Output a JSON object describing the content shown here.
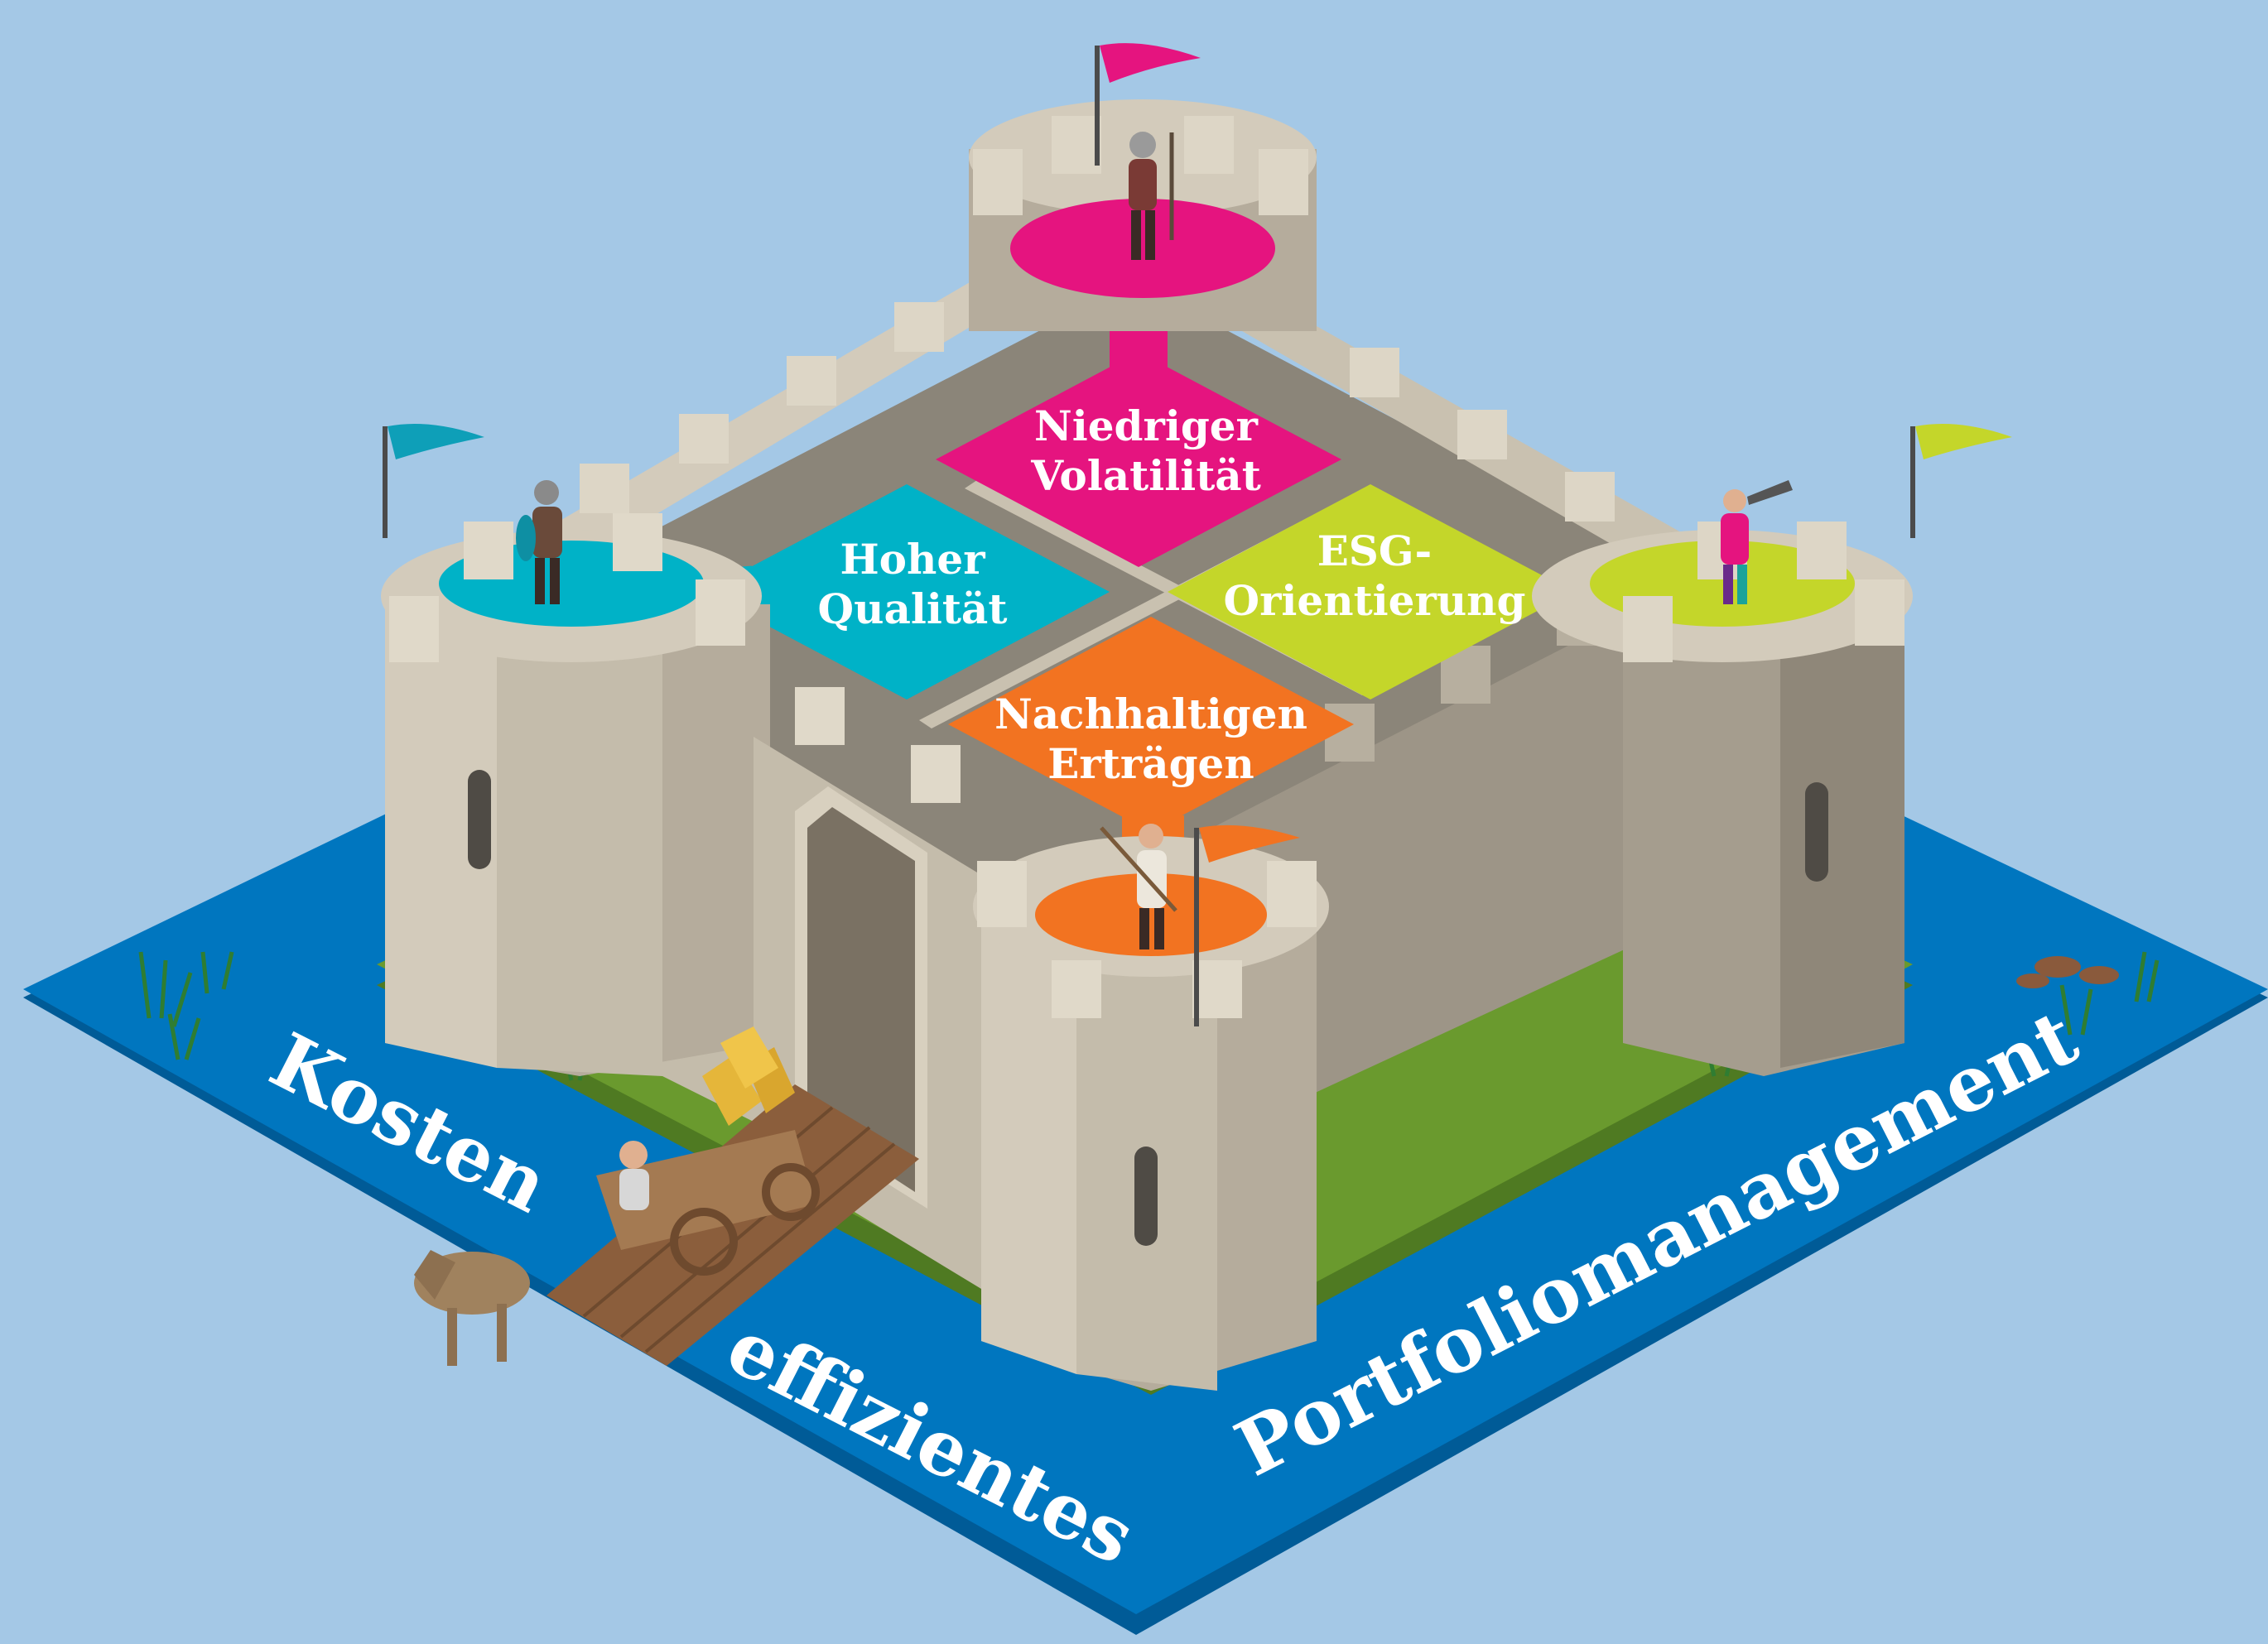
{
  "background_color": "#a4c8e6",
  "pillars": {
    "top": {
      "line1": "Niedriger",
      "line2": "Volatilität",
      "color": "#e5147f"
    },
    "left": {
      "line1": "Hoher",
      "line2": "Qualität",
      "color": "#00b2c7"
    },
    "right": {
      "line1": "ESG-",
      "line2": "Orientierung",
      "color": "#c4d62a"
    },
    "bottom": {
      "line1": "Nachhaltigen",
      "line2": "Erträgen",
      "color": "#f27321"
    }
  },
  "moat_text": {
    "word1": "Kosten",
    "word2": "effizientes",
    "word3": "Portfoliomanagement"
  },
  "icons": [
    "castle-illustration",
    "flag-icon",
    "knight-icon",
    "archer-icon",
    "jester-trumpeter-icon",
    "peasant-pitchfork-icon",
    "horse-cart-icon",
    "wheat-bundle-icon",
    "drawbridge-icon",
    "reed-plant-icon",
    "rock-icon"
  ],
  "colors": {
    "moat": "#0076bf",
    "moat_edge": "#005b97",
    "grass": "#6a9a2e",
    "stone_light": "#d3cbbb",
    "stone_mid": "#b5ac9c",
    "stone_dark": "#8f8779",
    "floor": "#8b8579"
  }
}
